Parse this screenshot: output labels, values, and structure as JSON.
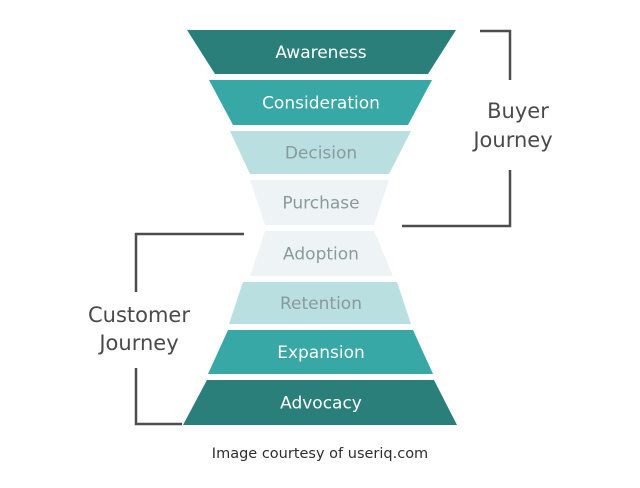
{
  "stages": [
    {
      "label": "Awareness",
      "fill": "#2a7f7a",
      "text": "#ffffff"
    },
    {
      "label": "Consideration",
      "fill": "#37a8a6",
      "text": "#ffffff"
    },
    {
      "label": "Decision",
      "fill": "#b9dfe0",
      "text": "#8a9a9b"
    },
    {
      "label": "Purchase",
      "fill": "#eef4f6",
      "text": "#8a9a9b"
    },
    {
      "label": "Adoption",
      "fill": "#eef4f6",
      "text": "#8a9a9b"
    },
    {
      "label": "Retention",
      "fill": "#b9dfe0",
      "text": "#8a9a9b"
    },
    {
      "label": "Expansion",
      "fill": "#37a8a6",
      "text": "#ffffff"
    },
    {
      "label": "Advocacy",
      "fill": "#2a7f7a",
      "text": "#ffffff"
    }
  ],
  "groups": {
    "buyer": {
      "line1": "Buyer",
      "line2": "Journey"
    },
    "customer": {
      "line1": "Customer",
      "line2": "Journey"
    }
  },
  "caption": "Image courtesy of useriq.com",
  "colors": {
    "bracket": "#4d4d4d",
    "side_text": "#4a4a4a"
  }
}
